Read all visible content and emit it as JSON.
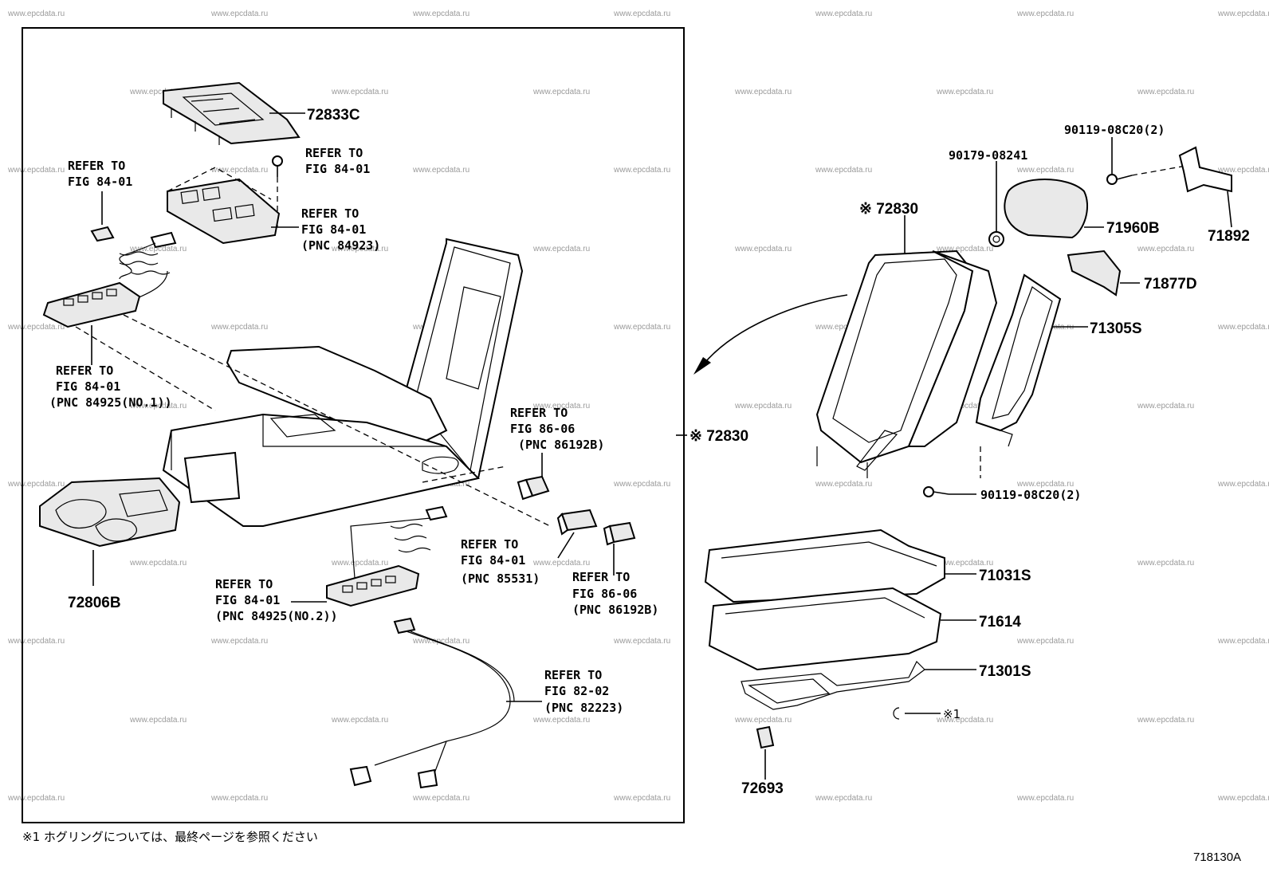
{
  "watermark": "www.epcdata.ru",
  "figure_number": "718130A",
  "footnote": "※1  ホグリングについては、最終ページを参照ください",
  "callouts": {
    "p72833c": "72833C",
    "p72806b": "72806B",
    "p72830_box": "※ 72830",
    "p72830_top": "※ 72830",
    "p90119_top": "90119-08C20(2)",
    "p90179": "90179-08241",
    "p71960b": "71960B",
    "p71892": "71892",
    "p71877d": "71877D",
    "p71305s": "71305S",
    "p90119_bottom": "90119-08C20(2)",
    "p71031s": "71031S",
    "p71614": "71614",
    "p71301s": "71301S",
    "p_note1": "※1",
    "p72693": "72693"
  },
  "references": {
    "r1": [
      "REFER TO",
      "FIG 84-01"
    ],
    "r2": [
      "REFER TO",
      "FIG 84-01"
    ],
    "r3": [
      "REFER TO",
      "FIG 84-01",
      "(PNC 84923)"
    ],
    "r4": [
      "REFER TO",
      "FIG 84-01",
      "(PNC 84925(NO.1))"
    ],
    "r5": [
      "REFER TO",
      "FIG 86-06",
      "(PNC 86192B)"
    ],
    "r6": [
      "REFER TO",
      "FIG 84-01",
      "(PNC 85531)"
    ],
    "r7": [
      "REFER TO",
      "FIG 86-06",
      "(PNC 86192B)"
    ],
    "r8": [
      "REFER TO",
      "FIG 84-01",
      "(PNC 84925(NO.2))"
    ],
    "r9": [
      "REFER TO",
      "FIG 82-02",
      "(PNC 82223)"
    ]
  }
}
